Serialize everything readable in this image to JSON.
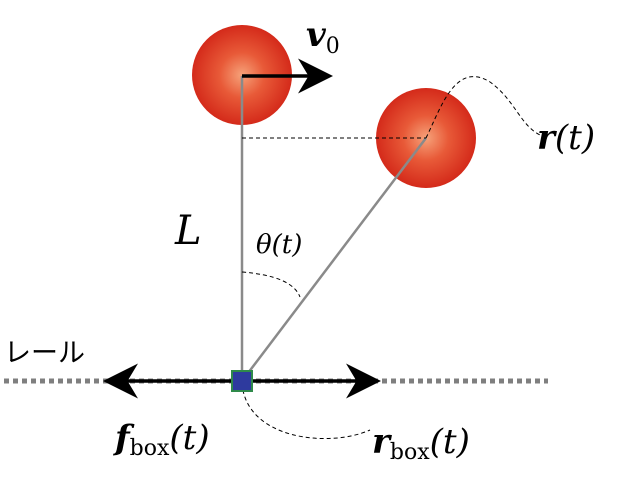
{
  "labels": {
    "v0_symbol": "v",
    "v0_sub": "0",
    "L": "L",
    "theta": "θ(t)",
    "r_symbol": "r",
    "r_arg": "(t)",
    "rail": "レール",
    "fbox_symbol": "f",
    "fbox_sub": "box",
    "fbox_arg": "(t)",
    "rbox_symbol": "r",
    "rbox_sub": "box",
    "rbox_arg": "(t)"
  },
  "colors": {
    "ball_center": "#f6a27a",
    "ball_edge": "#d42a1a",
    "rod": "#8a8a8a",
    "rail": "#7f7f7f",
    "box_fill": "#2e3a9e",
    "box_border": "#2f8a4a",
    "arrow": "#000000"
  }
}
